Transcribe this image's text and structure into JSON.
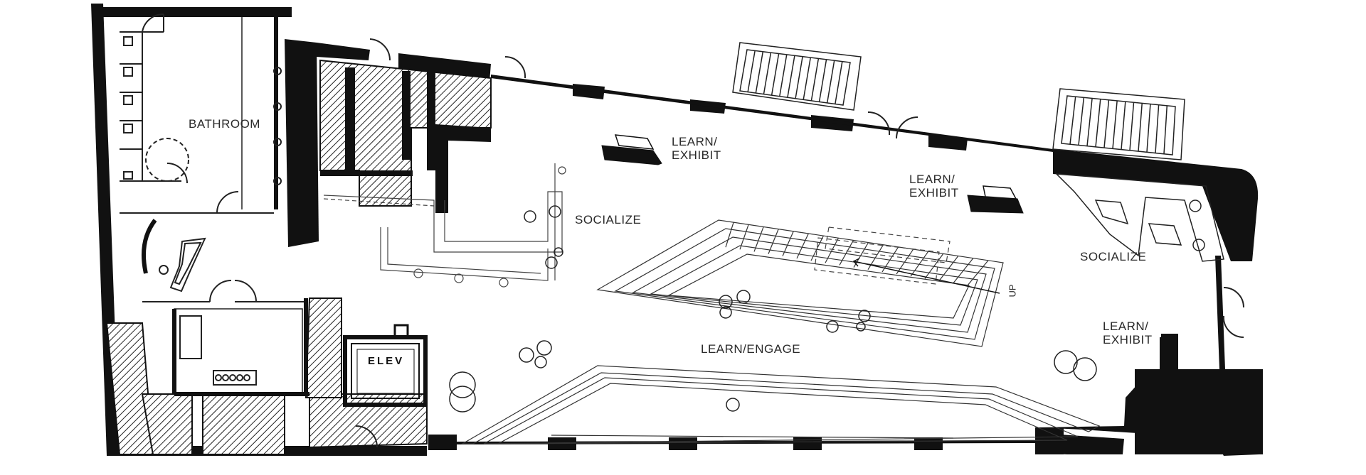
{
  "rooms": {
    "bathroom": "BATHROOM",
    "elevator": "ELEV",
    "learn_exhibit_1": [
      "LEARN/",
      "EXHIBIT"
    ],
    "learn_exhibit_2": [
      "LEARN/",
      "EXHIBIT"
    ],
    "learn_exhibit_3": [
      "LEARN/",
      "EXHIBIT"
    ],
    "socialize_1": "SOCIALIZE",
    "socialize_2": "SOCIALIZE",
    "learn_engage": "LEARN/ENGAGE",
    "stair_direction": "UP"
  },
  "colors": {
    "wall": "#111111",
    "line": "#333333",
    "hatch": "#222222",
    "background": "#ffffff"
  }
}
